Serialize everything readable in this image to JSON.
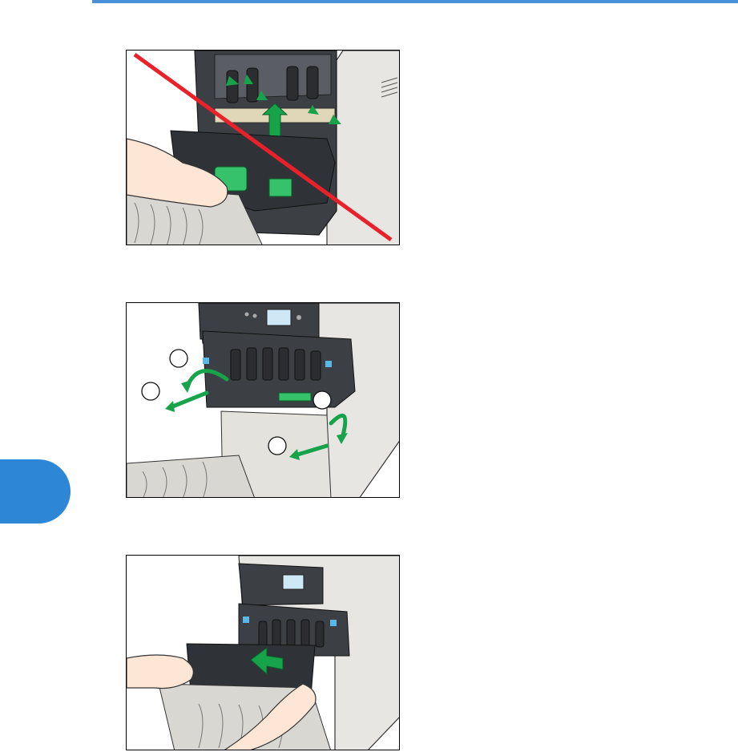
{
  "page": {
    "accent_color": "#2e86d6",
    "rule_color": "#4a90d9"
  },
  "figures": [
    {
      "id": "fig-1",
      "description_hidden": true,
      "prohibited": true,
      "prohibition_color": "#e8212b",
      "arrow_color": "#16a34a"
    },
    {
      "id": "fig-2",
      "callouts": [
        "",
        "",
        "",
        ""
      ],
      "arrow_color": "#16a34a"
    },
    {
      "id": "fig-3",
      "arrow_color": "#16a34a"
    }
  ]
}
